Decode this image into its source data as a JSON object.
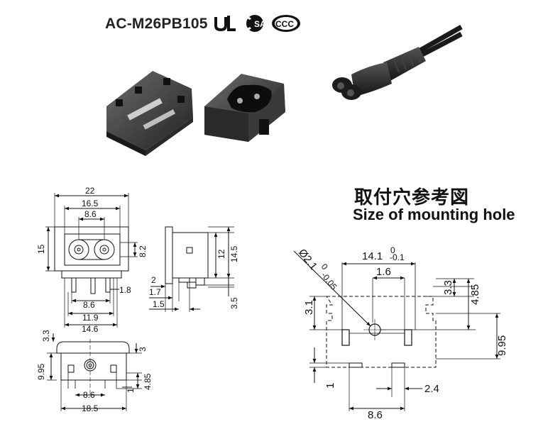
{
  "header": {
    "model": "AC-M26PB105"
  },
  "cert_marks": [
    {
      "icon": "ul-recognized-mark",
      "text": "UL"
    },
    {
      "icon": "csa-mark",
      "text": "SA"
    },
    {
      "icon": "ccc-mark",
      "text": "CCC"
    }
  ],
  "mounting": {
    "title_cn": "取付穴参考図",
    "title_en": "Size of mounting hole"
  },
  "front_view": {
    "d22": "22",
    "d16_5": "16.5",
    "d8_6": "8.6",
    "d15": "15",
    "d8_2": "8.2",
    "d1_8": "1.8",
    "d8_6b": "8.6",
    "d11_9": "11.9",
    "d14_6": "14.6"
  },
  "side_view": {
    "d2": "2",
    "d1_7": "1.7",
    "d1_5": "1.5",
    "d12": "12",
    "d14_5": "14.5",
    "d3_5": "3.5"
  },
  "bottom_view": {
    "d3_3": "3.3",
    "d3": "3",
    "d9_95": "9.95",
    "d4_85": "4.85",
    "d1": "1",
    "d8_6": "8.6",
    "d18_5": "18.5"
  },
  "hole": {
    "diam": "Ø2.1",
    "diam_tol_up": "0",
    "diam_tol_low": "-0.05",
    "w14_1": "14.1",
    "w_tol_up": "0",
    "w_tol_low": "-0.1",
    "d1_6": "1.6",
    "d3_3": "3.3",
    "d4_85": "4.85",
    "d3_1": "3.1",
    "d9_95": "9.95",
    "d1": "1",
    "d2_4": "2.4",
    "d8_6": "8.6"
  }
}
